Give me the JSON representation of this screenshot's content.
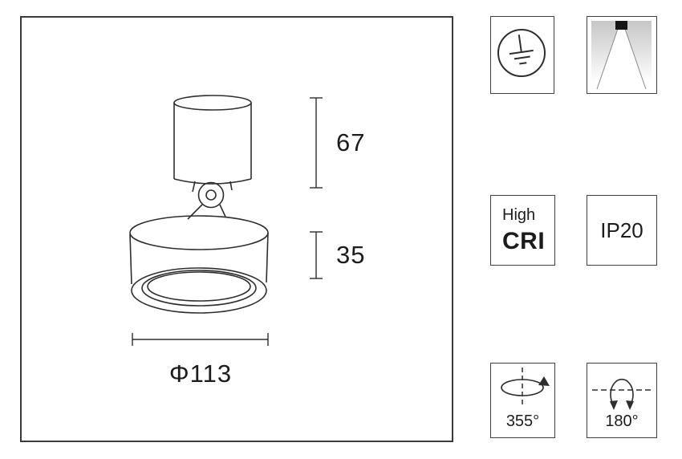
{
  "panel": {
    "dimensions": {
      "top_cylinder_height": "67",
      "head_height": "35",
      "diameter": "Φ113"
    }
  },
  "badges": {
    "protection_class": {
      "icon": "earth-ground-icon"
    },
    "beam": {
      "icon": "downlight-beam-icon"
    },
    "cri": {
      "top": "High",
      "main": "CRI"
    },
    "ip_rating": {
      "label": "IP20"
    },
    "rotation": {
      "icon": "rotation-355-icon",
      "label": "355°"
    },
    "tilt": {
      "icon": "tilt-180-icon",
      "label": "180°"
    }
  },
  "colors": {
    "line": "#2e2e2e",
    "border": "#3f3f3f",
    "text": "#1c1c1c"
  }
}
